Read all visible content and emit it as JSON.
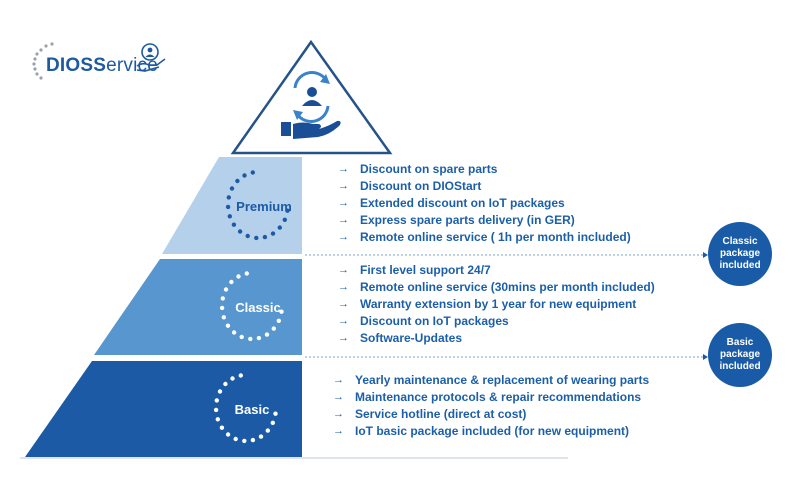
{
  "logo": {
    "brand_bold": "DIOS",
    "brand_light": "ervice"
  },
  "colors": {
    "premium": "#b4d0ea",
    "classic": "#5796cf",
    "basic": "#1d5aa6",
    "text": "#1c5fa8",
    "badge": "#1a5ba8"
  },
  "tiers": [
    {
      "name": "Premium",
      "features": [
        "Discount on spare parts",
        "Discount on DIOStart",
        "Extended discount on IoT packages",
        "Express spare parts delivery (in GER)",
        "Remote online service ( 1h per month included)"
      ]
    },
    {
      "name": "Classic",
      "features": [
        "First level support 24/7",
        "Remote online service (30mins per month included)",
        "Warranty extension by 1 year for new equipment",
        "Discount on IoT packages",
        "Software-Updates"
      ]
    },
    {
      "name": "Basic",
      "features": [
        "Yearly maintenance & replacement of wearing parts",
        "Maintenance protocols & repair recommendations",
        "Service hotline (direct at cost)",
        "IoT basic package included (for new equipment)"
      ]
    }
  ],
  "badges": [
    {
      "label": "Classic package included"
    },
    {
      "label": "Basic package included"
    }
  ]
}
